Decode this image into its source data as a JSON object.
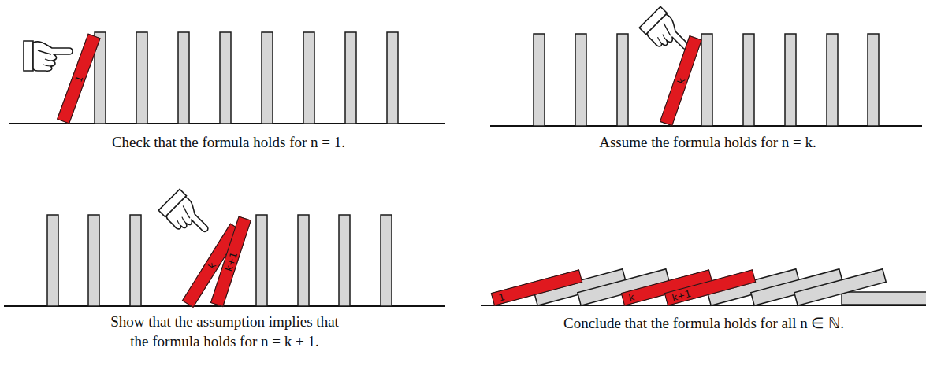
{
  "diagram": {
    "nodes": [
      {
        "text": [
          "1"
        ]
      },
      {
        "text": [
          "k"
        ]
      },
      {
        "text": [
          "k"
        ]
      },
      {
        "text": [
          "k+1"
        ]
      },
      {
        "text": [
          "1"
        ]
      },
      {
        "text": [
          "k"
        ]
      },
      {
        "text": [
          "k+1"
        ]
      }
    ],
    "labels": [
      "Check that the formula holds for n = 1.",
      "Assume the formula holds for n = k.",
      "Show that the assumption implies that the formula holds for n = k + 1.",
      "Conclude that the formula holds for all n ∈ ℕ."
    ]
  }
}
